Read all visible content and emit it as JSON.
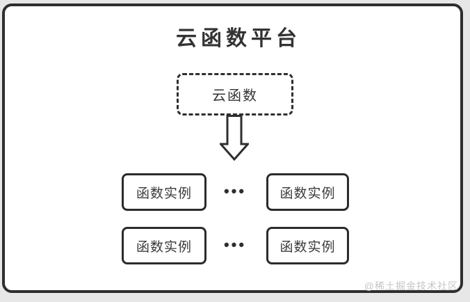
{
  "diagram": {
    "title": "云函数平台",
    "root_node": {
      "label": "云函数"
    },
    "instance_nodes": [
      "函数实例",
      "函数实例",
      "函数实例",
      "函数实例"
    ],
    "ellipsis": "•••",
    "watermark": "@稀土掘金技术社区",
    "icons": {
      "arrow": "down-block-arrow-icon"
    },
    "colors": {
      "stroke": "#2e2e2e",
      "text": "#333333",
      "watermark": "#c5c5c5",
      "page_background": "#e7e7e7",
      "canvas_background": "#ffffff"
    }
  }
}
